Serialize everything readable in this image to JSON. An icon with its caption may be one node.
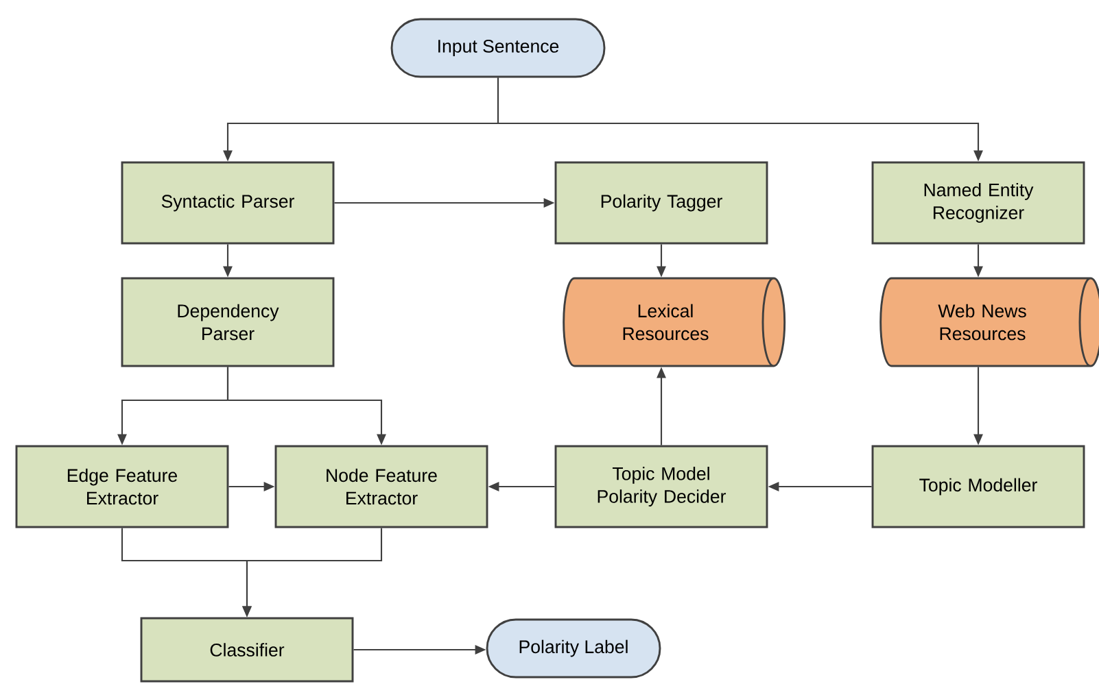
{
  "diagram": {
    "nodes": [
      {
        "text": [
          "Input Sentence"
        ]
      },
      {
        "text": [
          "Syntactic Parser"
        ]
      },
      {
        "text": [
          "Polarity Tagger"
        ]
      },
      {
        "text": [
          "Named Entity Recognizer"
        ]
      },
      {
        "text": [
          "Dependency Parser"
        ]
      },
      {
        "text": [
          "Lexical Resources"
        ]
      },
      {
        "text": [
          "Web News Resources"
        ]
      },
      {
        "text": [
          "Edge Feature Extractor"
        ]
      },
      {
        "text": [
          "Node Feature Extractor"
        ]
      },
      {
        "text": [
          "Topic Model Polarity Decider"
        ]
      },
      {
        "text": [
          "Topic Modeller"
        ]
      },
      {
        "text": [
          "Classifier"
        ]
      },
      {
        "text": [
          "Polarity Label"
        ]
      }
    ],
    "edges": [
      {
        "from": 0,
        "to": 1,
        "arrow": "to"
      },
      {
        "from": 0,
        "to": 3,
        "arrow": "to"
      },
      {
        "from": 1,
        "to": 2,
        "arrow": "to"
      },
      {
        "from": 1,
        "to": 4,
        "arrow": "to"
      },
      {
        "from": 2,
        "to": 5,
        "arrow": "to"
      },
      {
        "from": 3,
        "to": 6,
        "arrow": "to"
      },
      {
        "from": 4,
        "to": 7,
        "arrow": "to"
      },
      {
        "from": 4,
        "to": 8,
        "arrow": "to"
      },
      {
        "from": 7,
        "to": 8,
        "arrow": "to"
      },
      {
        "from": 9,
        "to": 8,
        "arrow": "to"
      },
      {
        "from": 9,
        "to": 5,
        "arrow": "to"
      },
      {
        "from": 10,
        "to": 9,
        "arrow": "to"
      },
      {
        "from": 6,
        "to": 10,
        "arrow": "to"
      },
      {
        "from": 7,
        "to": 11,
        "arrow": "to"
      },
      {
        "from": 8,
        "to": 11,
        "arrow": "to"
      },
      {
        "from": 11,
        "to": 12,
        "arrow": "to"
      }
    ]
  }
}
